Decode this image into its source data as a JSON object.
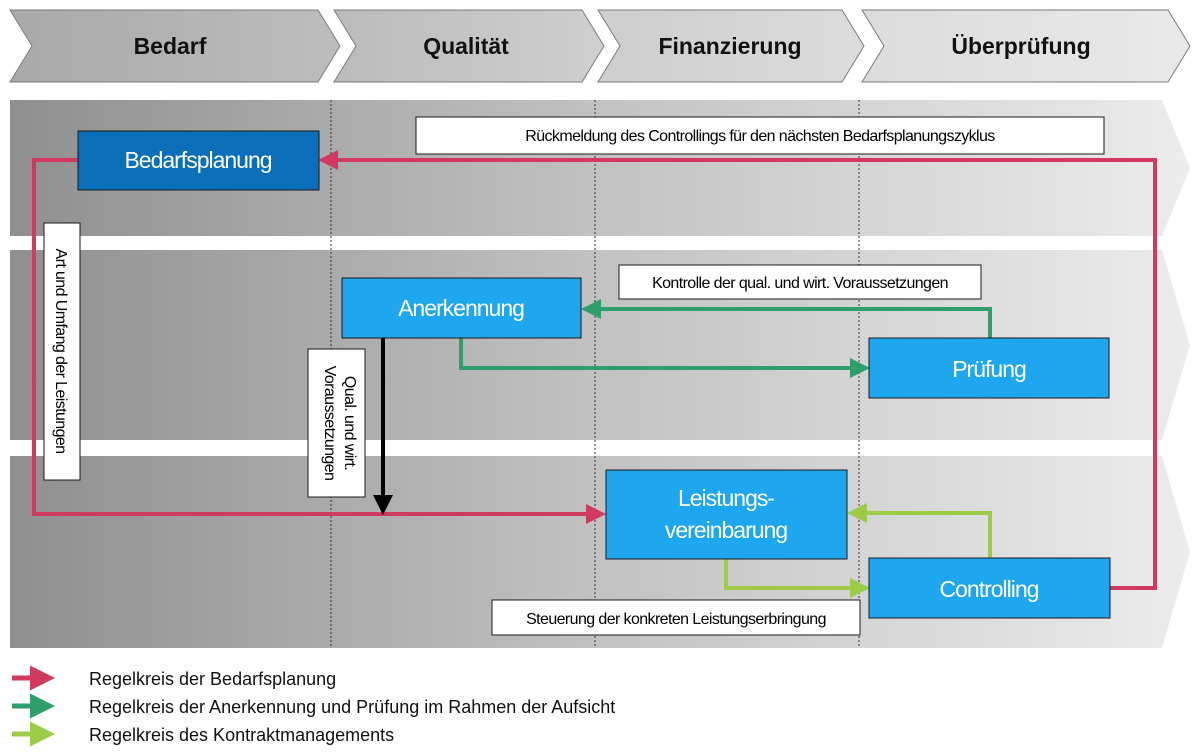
{
  "header": {
    "phases": [
      "Bedarf",
      "Qualität",
      "Finanzierung",
      "Überprüfung"
    ]
  },
  "boxes": {
    "bedarfsplanung": "Bedarfsplanung",
    "anerkennung": "Anerkennung",
    "pruefung": "Prüfung",
    "leistungsvereinbarung_line1": "Leistungs-",
    "leistungsvereinbarung_line2": "vereinbarung",
    "controlling": "Controlling"
  },
  "labels": {
    "rueckmeldung": "Rückmeldung des Controllings für den nächsten Bedarfsplanungszyklus",
    "kontrolle": "Kontrolle der qual. und wirt. Voraussetzungen",
    "art_umfang": "Art und Umfang der Leistungen",
    "qual_line1": "Qual. und wirt.",
    "qual_line2": "Voraussetzungen",
    "steuerung": "Steuerung der konkreten Leistungserbringung"
  },
  "legend": [
    {
      "label": "Regelkreis der Bedarfsplanung",
      "color": "#d03a5e"
    },
    {
      "label": "Regelkreis der Anerkennung und Prüfung im Rahmen der Aufsicht",
      "color": "#2e9e6a"
    },
    {
      "label": "Regelkreis des Kontraktmanagements",
      "color": "#9ccb48"
    }
  ],
  "colors": {
    "box_dark": "#0a6fb8",
    "box_light": "#1ea6ee",
    "loop_red": "#d03a5e",
    "loop_green": "#2e9e6a",
    "loop_lime": "#9ccb48"
  }
}
